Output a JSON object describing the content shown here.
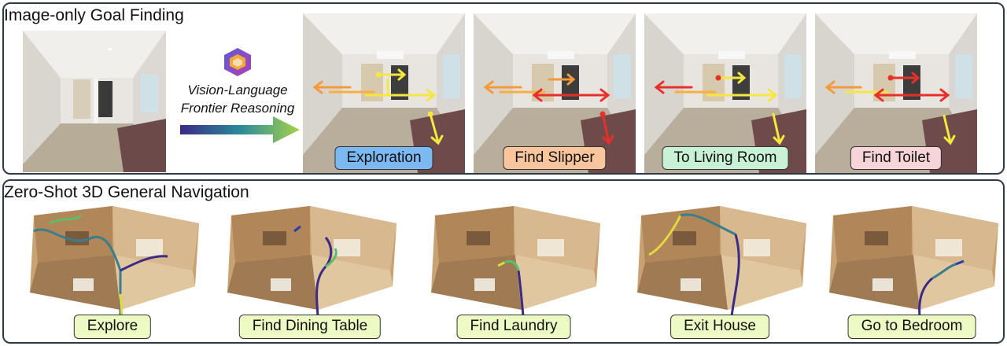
{
  "top_panel": {
    "title": "Image-only Goal Finding",
    "vlm_label_line1": "Vision-Language",
    "vlm_label_line2": "Frontier Reasoning",
    "frames": [
      {
        "label": "Exploration",
        "tag_color": "#7cb8f2"
      },
      {
        "label": "Find Slipper",
        "tag_color": "#f9c59c"
      },
      {
        "label": "To Living Room",
        "tag_color": "#c8f1d6"
      },
      {
        "label": "Find Toilet",
        "tag_color": "#f7d4d8"
      }
    ]
  },
  "bottom_panel": {
    "title": "Zero-Shot 3D General Navigation",
    "frames": [
      {
        "label": "Explore"
      },
      {
        "label": "Find Dining Table"
      },
      {
        "label": "Find Laundry"
      },
      {
        "label": "Exit House"
      },
      {
        "label": "Go to Bedroom"
      }
    ]
  },
  "colors": {
    "panel_border": "#2b3b48",
    "arrow_red": "#e8302a",
    "arrow_orange": "#f39a3c",
    "arrow_yellow": "#f5e640",
    "nav_tag_bg": "#eefac4"
  }
}
